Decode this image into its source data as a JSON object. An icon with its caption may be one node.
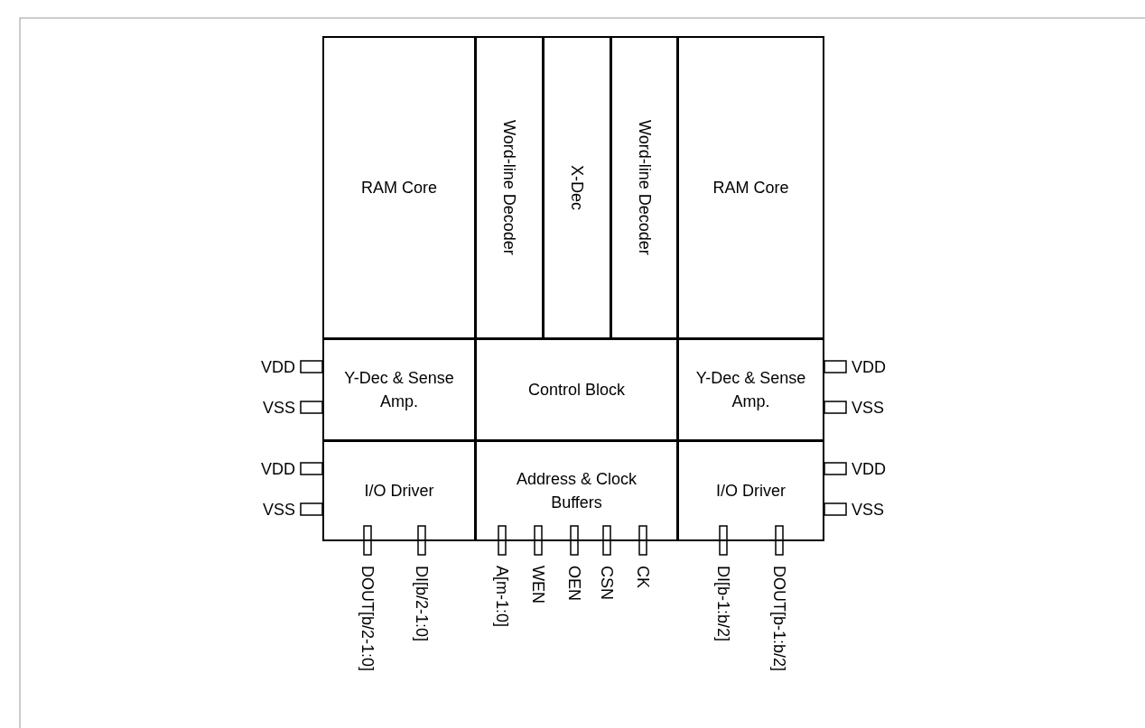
{
  "diagram": {
    "nodes": [
      {
        "text": [
          "RAM Core"
        ]
      },
      {
        "text": [
          "Word-line Decoder"
        ]
      },
      {
        "text": [
          "X-Dec"
        ]
      },
      {
        "text": [
          "Word-line Decoder"
        ]
      },
      {
        "text": [
          "RAM Core"
        ]
      },
      {
        "text": [
          "Y-Dec & Sense Amp."
        ]
      },
      {
        "text": [
          "Control Block"
        ]
      },
      {
        "text": [
          "Y-Dec & Sense Amp."
        ]
      },
      {
        "text": [
          "I/O Driver"
        ]
      },
      {
        "text": [
          "Address & Clock Buffers"
        ]
      },
      {
        "text": [
          "I/O Driver"
        ]
      }
    ],
    "edges": [],
    "labels": [
      "VDD",
      "VDD",
      "VSS",
      "VSS",
      "VDD",
      "VDD",
      "VSS",
      "VSS",
      "DOUT[b/2-1:0]",
      "DI[b/2-1:0]",
      "A[m-1:0]",
      "WEN",
      "OEN",
      "CSN",
      "CK",
      "DI[b-1:b/2]",
      "DOUT[b-1:b/2]"
    ]
  }
}
